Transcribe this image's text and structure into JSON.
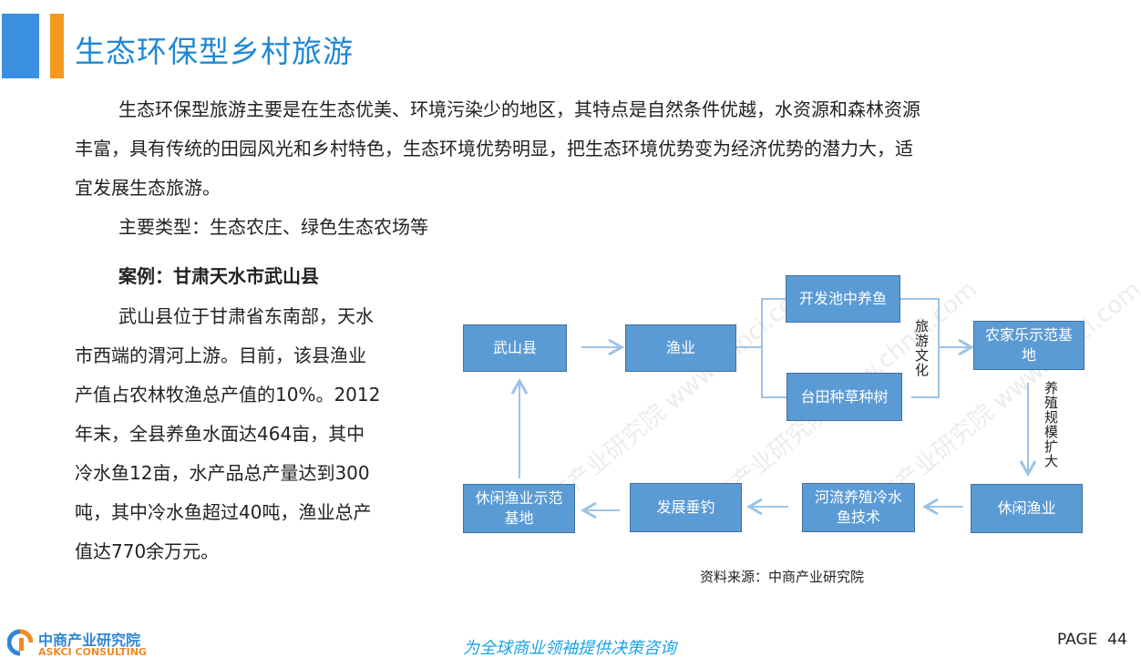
{
  "header": {
    "title": "生态环保型乡村旅游"
  },
  "intro": {
    "line1": "生态环保型旅游主要是在生态优美、环境污染少的地区，其特点是自然条件优越，水资源和森林资源",
    "line2": "丰富，具有传统的田园风光和乡村特色，生态环境优势明显，把生态环境优势变为经济优势的潜力大，适",
    "line3": "宜发展生态旅游。",
    "types": "主要类型：生态农庄、绿色生态农场等"
  },
  "case": {
    "title": "案例：甘肃天水市武山县",
    "lines": [
      "武山县位于甘肃省东南部，天水",
      "市西端的渭河上游。目前，该县渔业",
      "产值占农林牧渔总产值的10%。2012",
      "年末，全县养鱼水面达464亩，其中",
      "冷水鱼12亩，水产品总产量达到300",
      "吨，其中冷水鱼超过40吨，渔业总产",
      "值达770余万元。"
    ]
  },
  "diagram": {
    "nodes": {
      "wushan": "武山县",
      "fishery": "渔业",
      "pond": "开发池中养鱼",
      "terrace": "台田种草种树",
      "farmstay": "农家乐示范基地",
      "leisure": "休闲渔业",
      "river": "河流养殖冷水鱼技术",
      "angling": "发展垂钓",
      "leisure_base": "休闲渔业示范基地"
    },
    "labels": {
      "tourism": "旅游文化",
      "expand": "养殖规模扩大"
    },
    "source": "资料来源：中商产业研究院",
    "watermark": "中商产业研究院 www.chnci.com"
  },
  "footer": {
    "logo_cn": "中商产业研究院",
    "logo_en": "ASKCI CONSULTING",
    "slogan": "为全球商业领袖提供决策咨询",
    "page": "PAGE  44"
  },
  "colors": {
    "box": "#5b9bd5",
    "line": "#9dc3e6",
    "title": "#1f88d6",
    "accent": "#f39a1e"
  }
}
